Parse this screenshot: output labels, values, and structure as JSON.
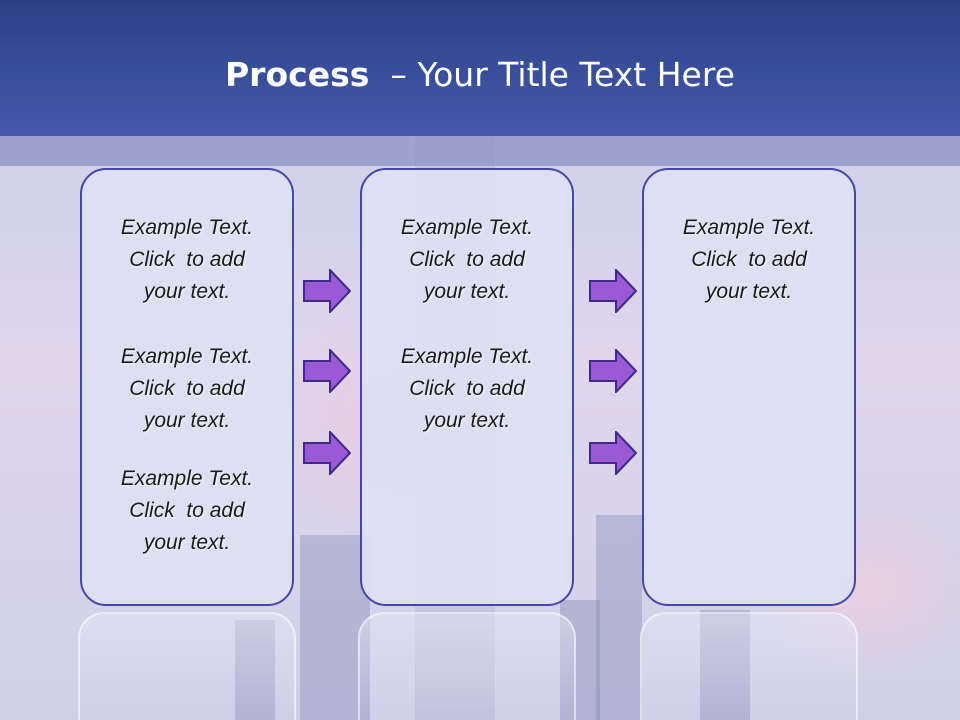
{
  "title": {
    "bold": "Process",
    "rest": "  – Your Title Text Here"
  },
  "columns": [
    {
      "items": [
        [
          "Example Text.",
          "Click  to add",
          "your text."
        ],
        [
          "Example Text.",
          "Click  to add",
          "your text."
        ],
        [
          "Example Text.",
          "Click  to add",
          "your text."
        ]
      ]
    },
    {
      "items": [
        [
          "Example Text.",
          "Click  to add",
          "your text."
        ],
        [
          "Example Text.",
          "Click  to add",
          "your text."
        ]
      ]
    },
    {
      "items": [
        [
          "Example Text.",
          "Click  to add",
          "your text."
        ]
      ]
    }
  ],
  "colors": {
    "header": "#3a4f9c",
    "panel_border": "#4448a6",
    "arrow_fill": "#9a5ad6",
    "arrow_stroke": "#3d2a8a"
  },
  "icons": [
    "right-arrow-icon"
  ]
}
